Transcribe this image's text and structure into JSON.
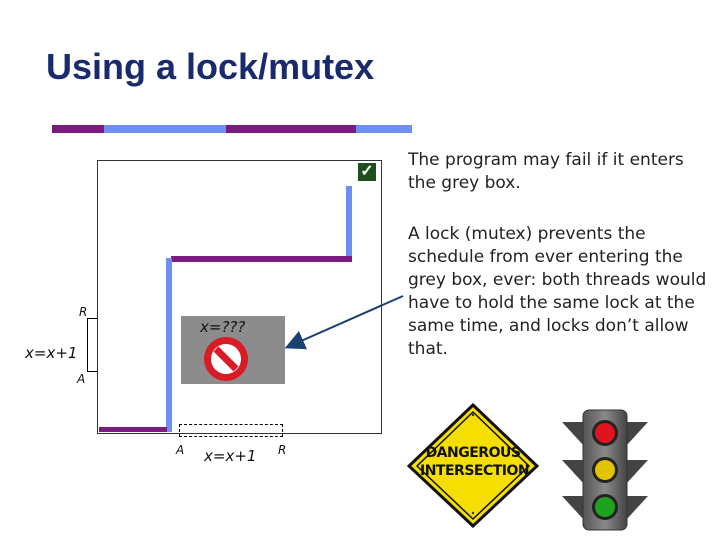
{
  "slide": {
    "title": "Using a lock/mutex",
    "paragraph1": "The program may fail if it enters the grey box.",
    "paragraph2": "A lock (mutex) prevents the schedule from ever entering the grey box, ever: both threads would have to hold the same lock at the same time, and locks don’t allow that."
  },
  "diagram": {
    "grey_box_label": "x=???",
    "left_label_x": "x=x+1",
    "left_label_R": "R",
    "left_label_A": "A",
    "bottom_label_A": "A",
    "bottom_label_x": "x=x+1",
    "bottom_label_R": "R",
    "check_glyph": "✓"
  },
  "images": {
    "sign_text": "DANGEROUS INTERSECTION",
    "traffic_light": "traffic-light-icon",
    "no_entry": "no-entry-icon"
  },
  "colors": {
    "title": "#1a2b6d",
    "purple": "#7b1a7f",
    "blue": "#6f8ff0",
    "grey_box": "#8c8c8c",
    "sign_yellow": "#f5df00"
  }
}
